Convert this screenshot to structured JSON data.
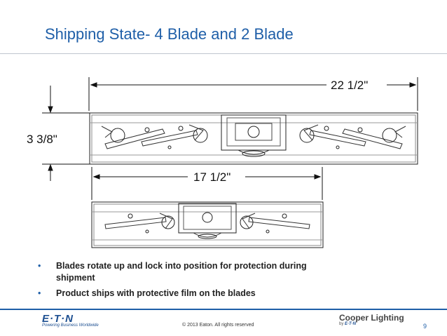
{
  "slide": {
    "title": "Shipping State- 4 Blade and 2 Blade",
    "page_number": "9"
  },
  "dimensions": {
    "width_4_blade": "22 1/2\"",
    "height": "3 3/8\"",
    "width_2_blade": "17 1/2\""
  },
  "bullets": [
    "Blades rotate up and lock into position for protection during shipment",
    "Product ships with protective film on the blades"
  ],
  "bullet_marker": "•",
  "footer": {
    "copyright": "© 2013 Eaton. All rights reserved",
    "eaton_logo_text": "E·T·N",
    "eaton_tagline": "Powering Business Worldwide",
    "cooper_logo_text": "Cooper Lighting",
    "cooper_by_text": "by",
    "cooper_by_brand": "E·T·N"
  },
  "colors": {
    "title_blue": "#1f5fa8",
    "eaton_blue": "#1d4f91"
  }
}
